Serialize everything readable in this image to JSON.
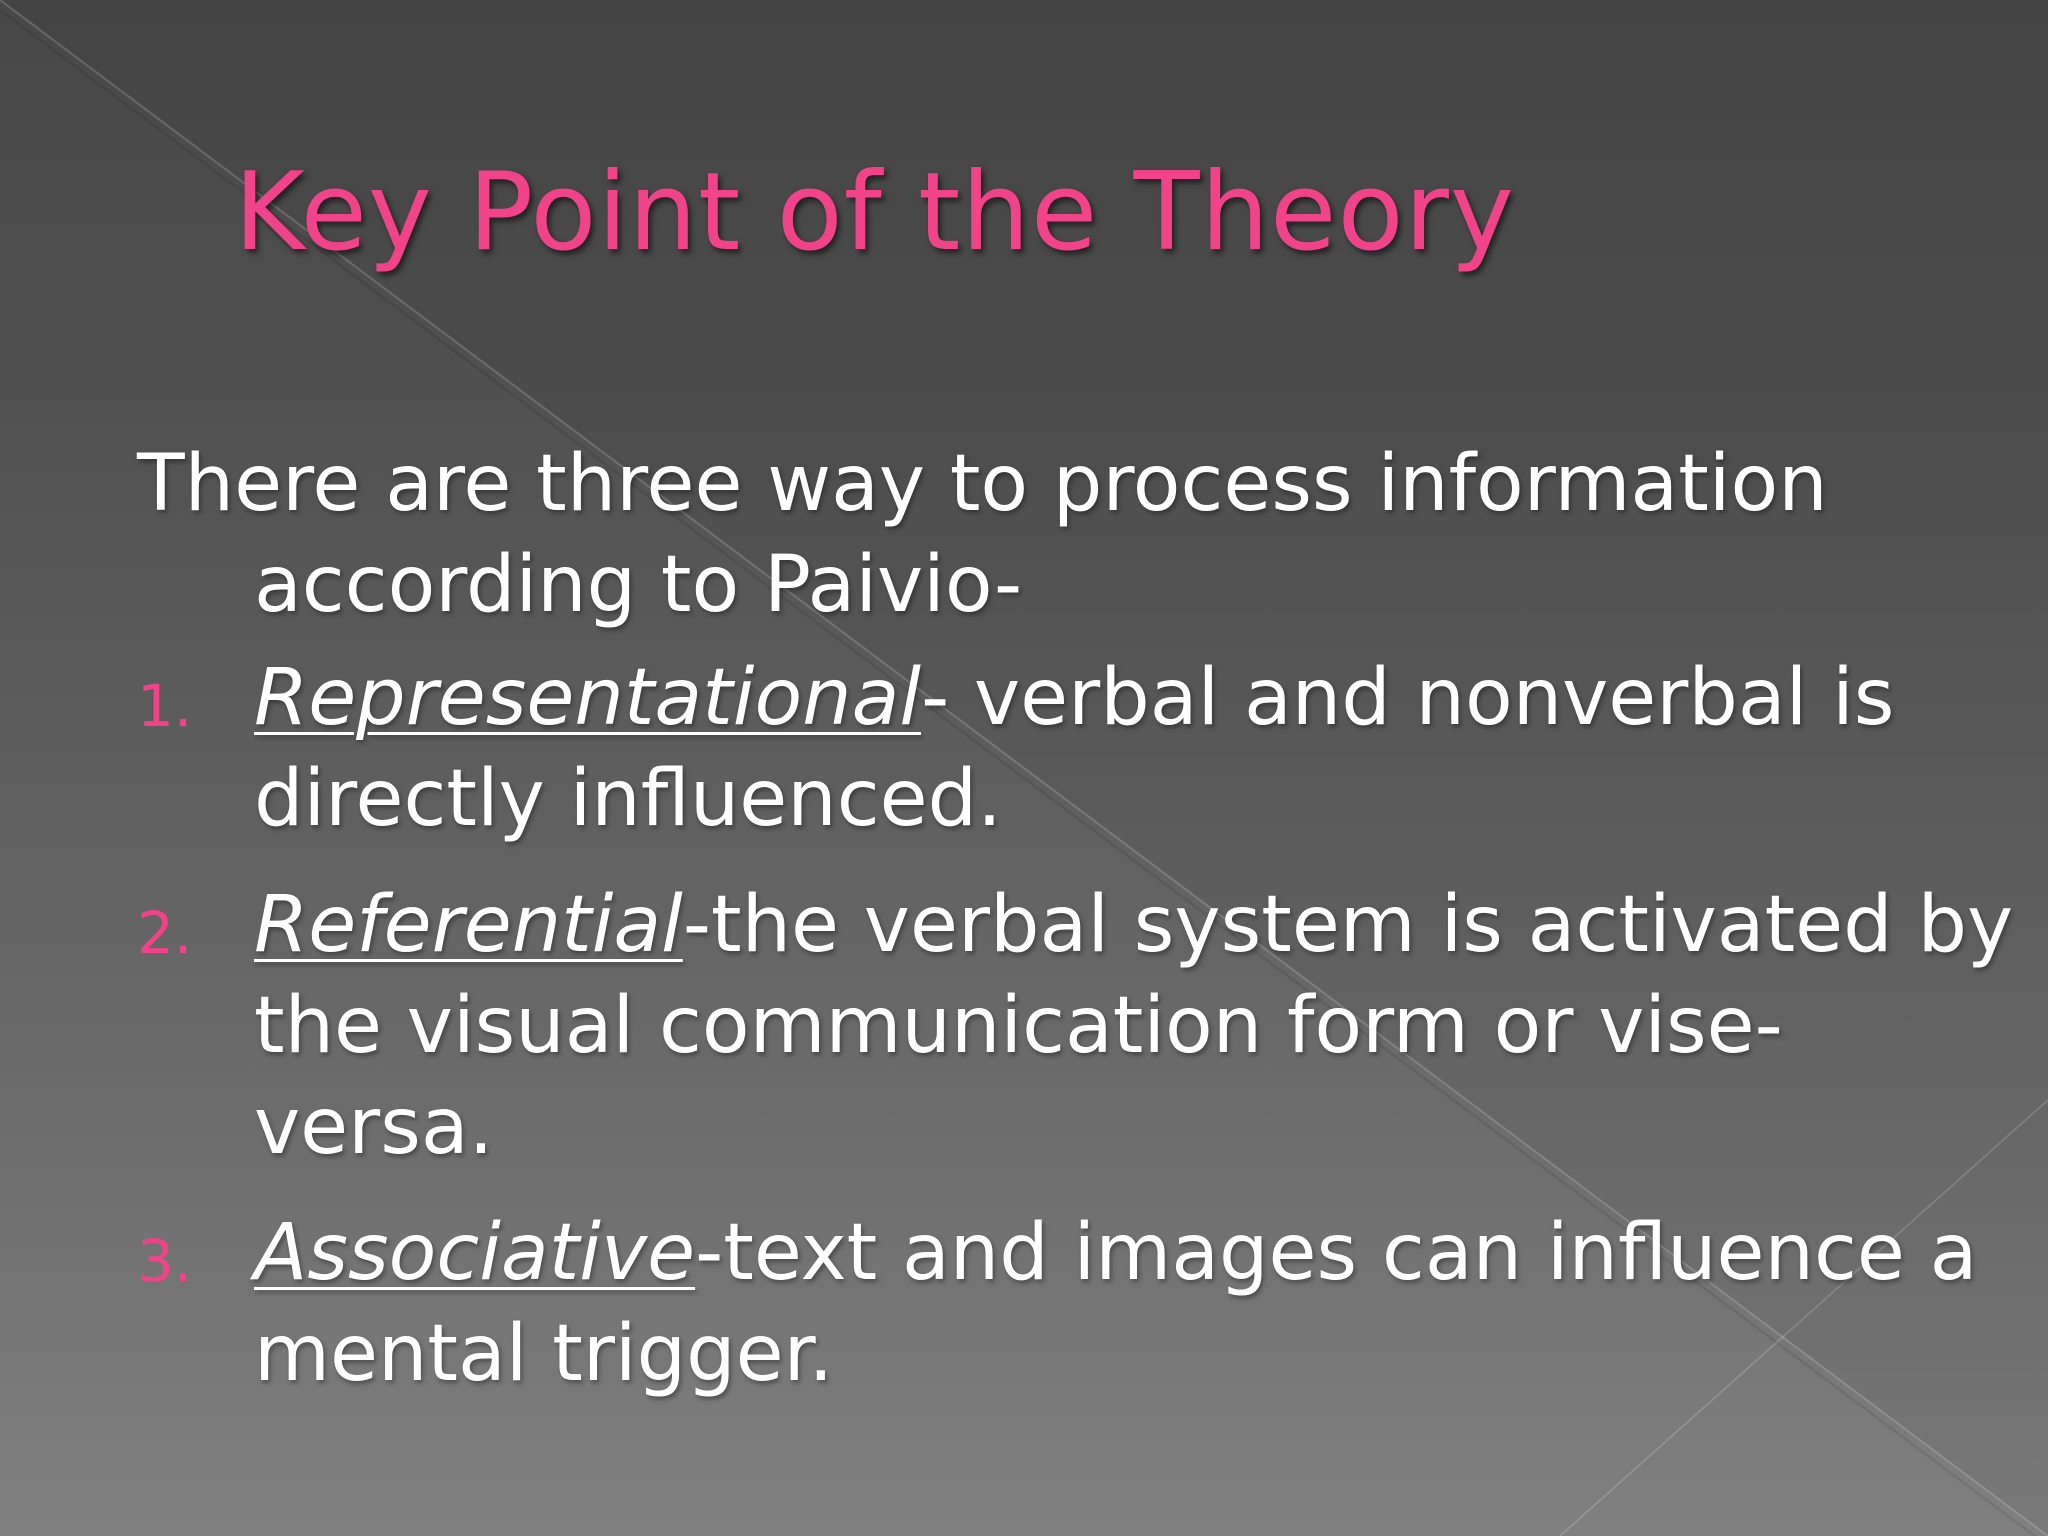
{
  "slide": {
    "title": "Key Point of the Theory",
    "intro": "There are three way to process information according to Paivio-",
    "items": [
      {
        "number": "1.",
        "term": "Representational",
        "text": "- verbal and nonverbal is directly influenced."
      },
      {
        "number": "2.",
        "term": "Referential",
        "text": "-the verbal system is activated by the visual communication form or vise-versa."
      },
      {
        "number": "3.",
        "term": "Associative",
        "text": "-text and images can influence a mental trigger."
      }
    ]
  },
  "colors": {
    "accent": "#f0438a",
    "text": "#ffffff",
    "background_top": "#484848",
    "background_bottom": "#808080"
  }
}
